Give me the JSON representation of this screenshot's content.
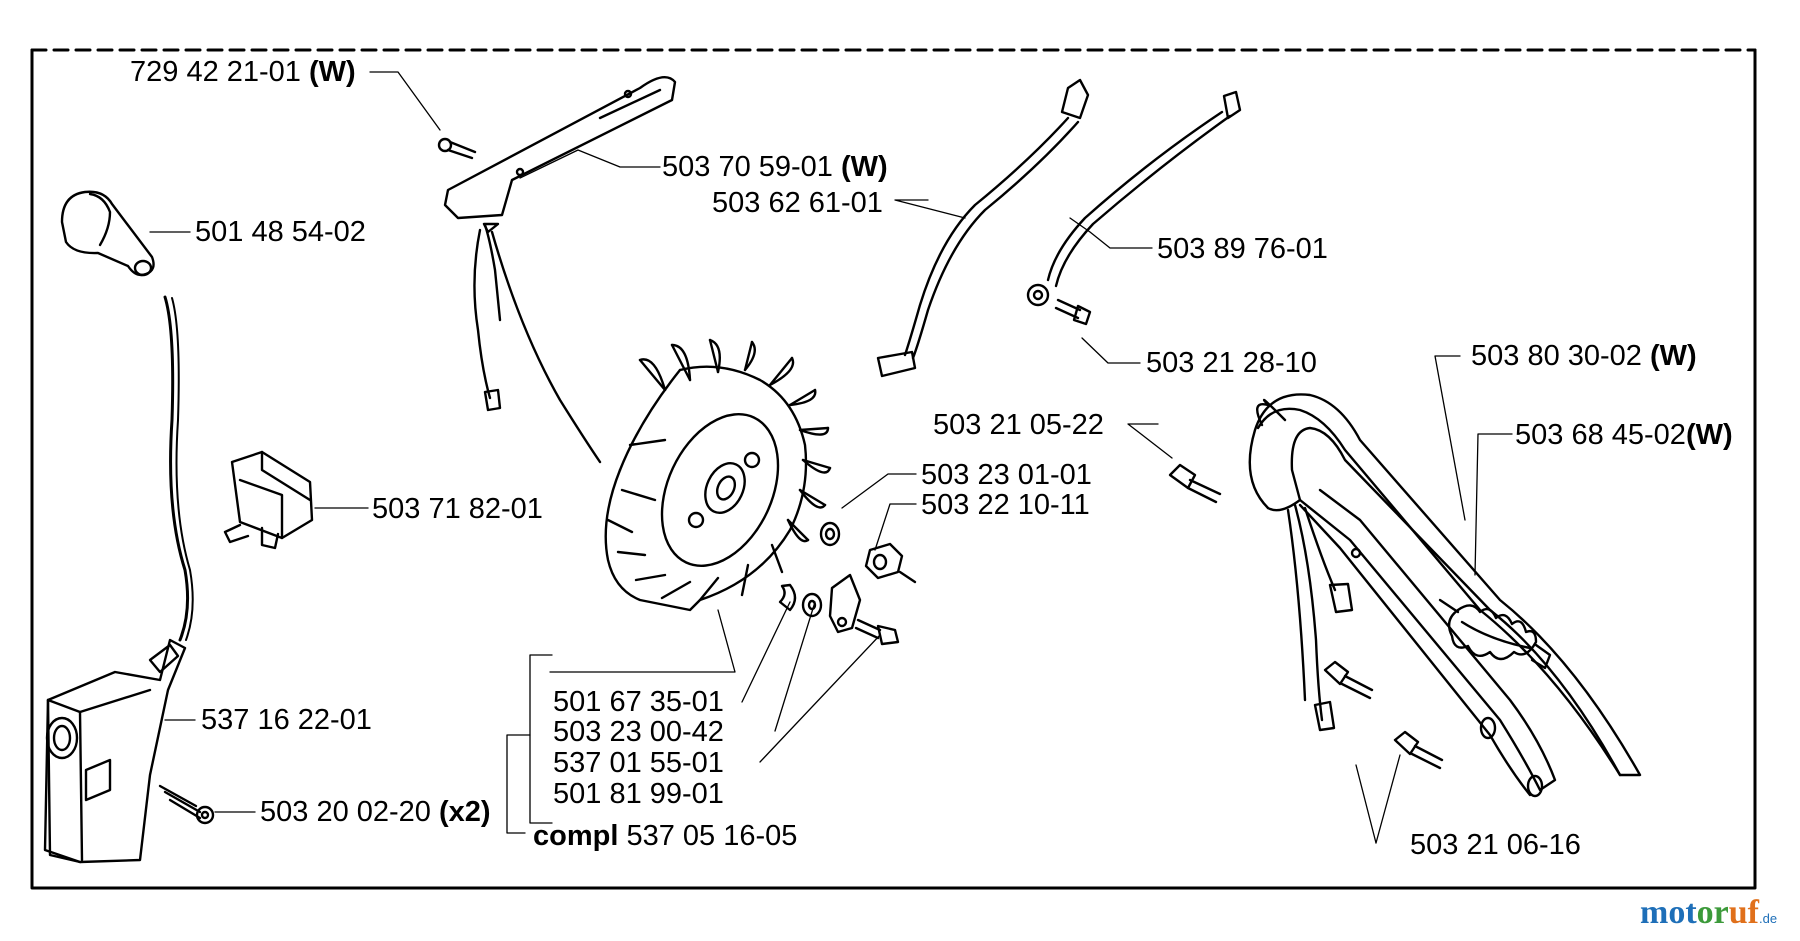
{
  "diagram": {
    "labels": {
      "l01": {
        "num": "729 42 21-01",
        "suffix": "(W)"
      },
      "l02": {
        "num": "503 70 59-01",
        "suffix": "(W)"
      },
      "l03": {
        "num": "503 62 61-01",
        "suffix": ""
      },
      "l04": {
        "num": "501 48 54-02",
        "suffix": ""
      },
      "l05": {
        "num": "503 89 76-01",
        "suffix": ""
      },
      "l06": {
        "num": "503 21 28-10",
        "suffix": ""
      },
      "l07": {
        "num": "503 80 30-02",
        "suffix": "(W)"
      },
      "l08": {
        "num": "503 21 05-22",
        "suffix": ""
      },
      "l09": {
        "num": "503 68 45-02",
        "suffix": "(W)"
      },
      "l10": {
        "num": "503 71 82-01",
        "suffix": ""
      },
      "l11": {
        "num": "503 23 01-01",
        "suffix": ""
      },
      "l12": {
        "num": "503 22 10-11",
        "suffix": ""
      },
      "l13": {
        "num": "537 16 22-01",
        "suffix": ""
      },
      "l14": {
        "num": "501 67 35-01",
        "suffix": ""
      },
      "l15": {
        "num": "503 23 00-42",
        "suffix": ""
      },
      "l16": {
        "num": "537 01 55-01",
        "suffix": ""
      },
      "l17": {
        "num": "503 20 02-20",
        "suffix": "(x2)"
      },
      "l18": {
        "num": "501 81 99-01",
        "suffix": ""
      },
      "l19": {
        "num": "537 05 16-05",
        "prefix": "compl"
      },
      "l20": {
        "num": "503 21 06-16",
        "suffix": ""
      }
    },
    "watermark": {
      "p1": "mot",
      "p2": "or",
      "p3": "uf",
      "tld": ".de"
    }
  }
}
